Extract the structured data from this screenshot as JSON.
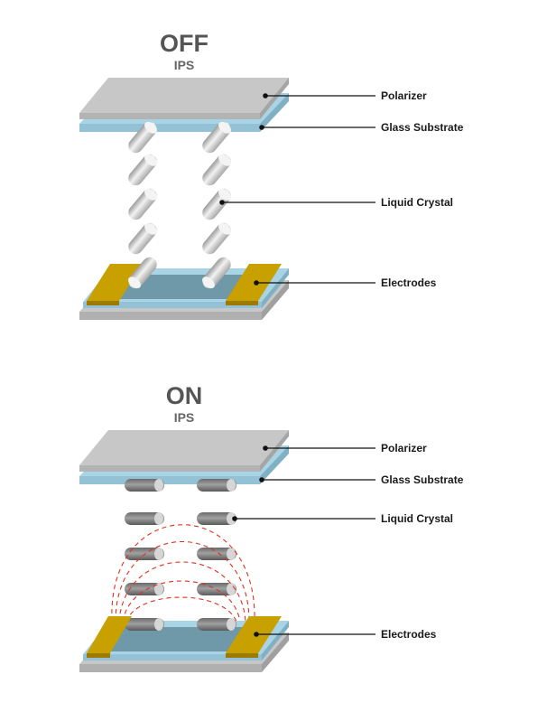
{
  "panels": [
    {
      "title": "OFF",
      "subtitle": "IPS",
      "labels": {
        "polarizer": "Polarizer",
        "glass_substrate": "Glass Substrate",
        "liquid_crystal": "Liquid Crystal",
        "electrodes": "Electrodes"
      },
      "state": "off"
    },
    {
      "title": "ON",
      "subtitle": "IPS",
      "labels": {
        "polarizer": "Polarizer",
        "glass_substrate": "Glass Substrate",
        "liquid_crystal": "Liquid Crystal",
        "electrodes": "Electrodes"
      },
      "state": "on"
    }
  ],
  "colors": {
    "polarizer": "#c7c7c7",
    "glass": "#a8d4e6",
    "glass_dark": "#6f98a8",
    "electrode": "#c8a000",
    "crystal_off": "#d8d8d8",
    "crystal_on": "#8a8a8a",
    "field_lines": "#e0301e"
  }
}
